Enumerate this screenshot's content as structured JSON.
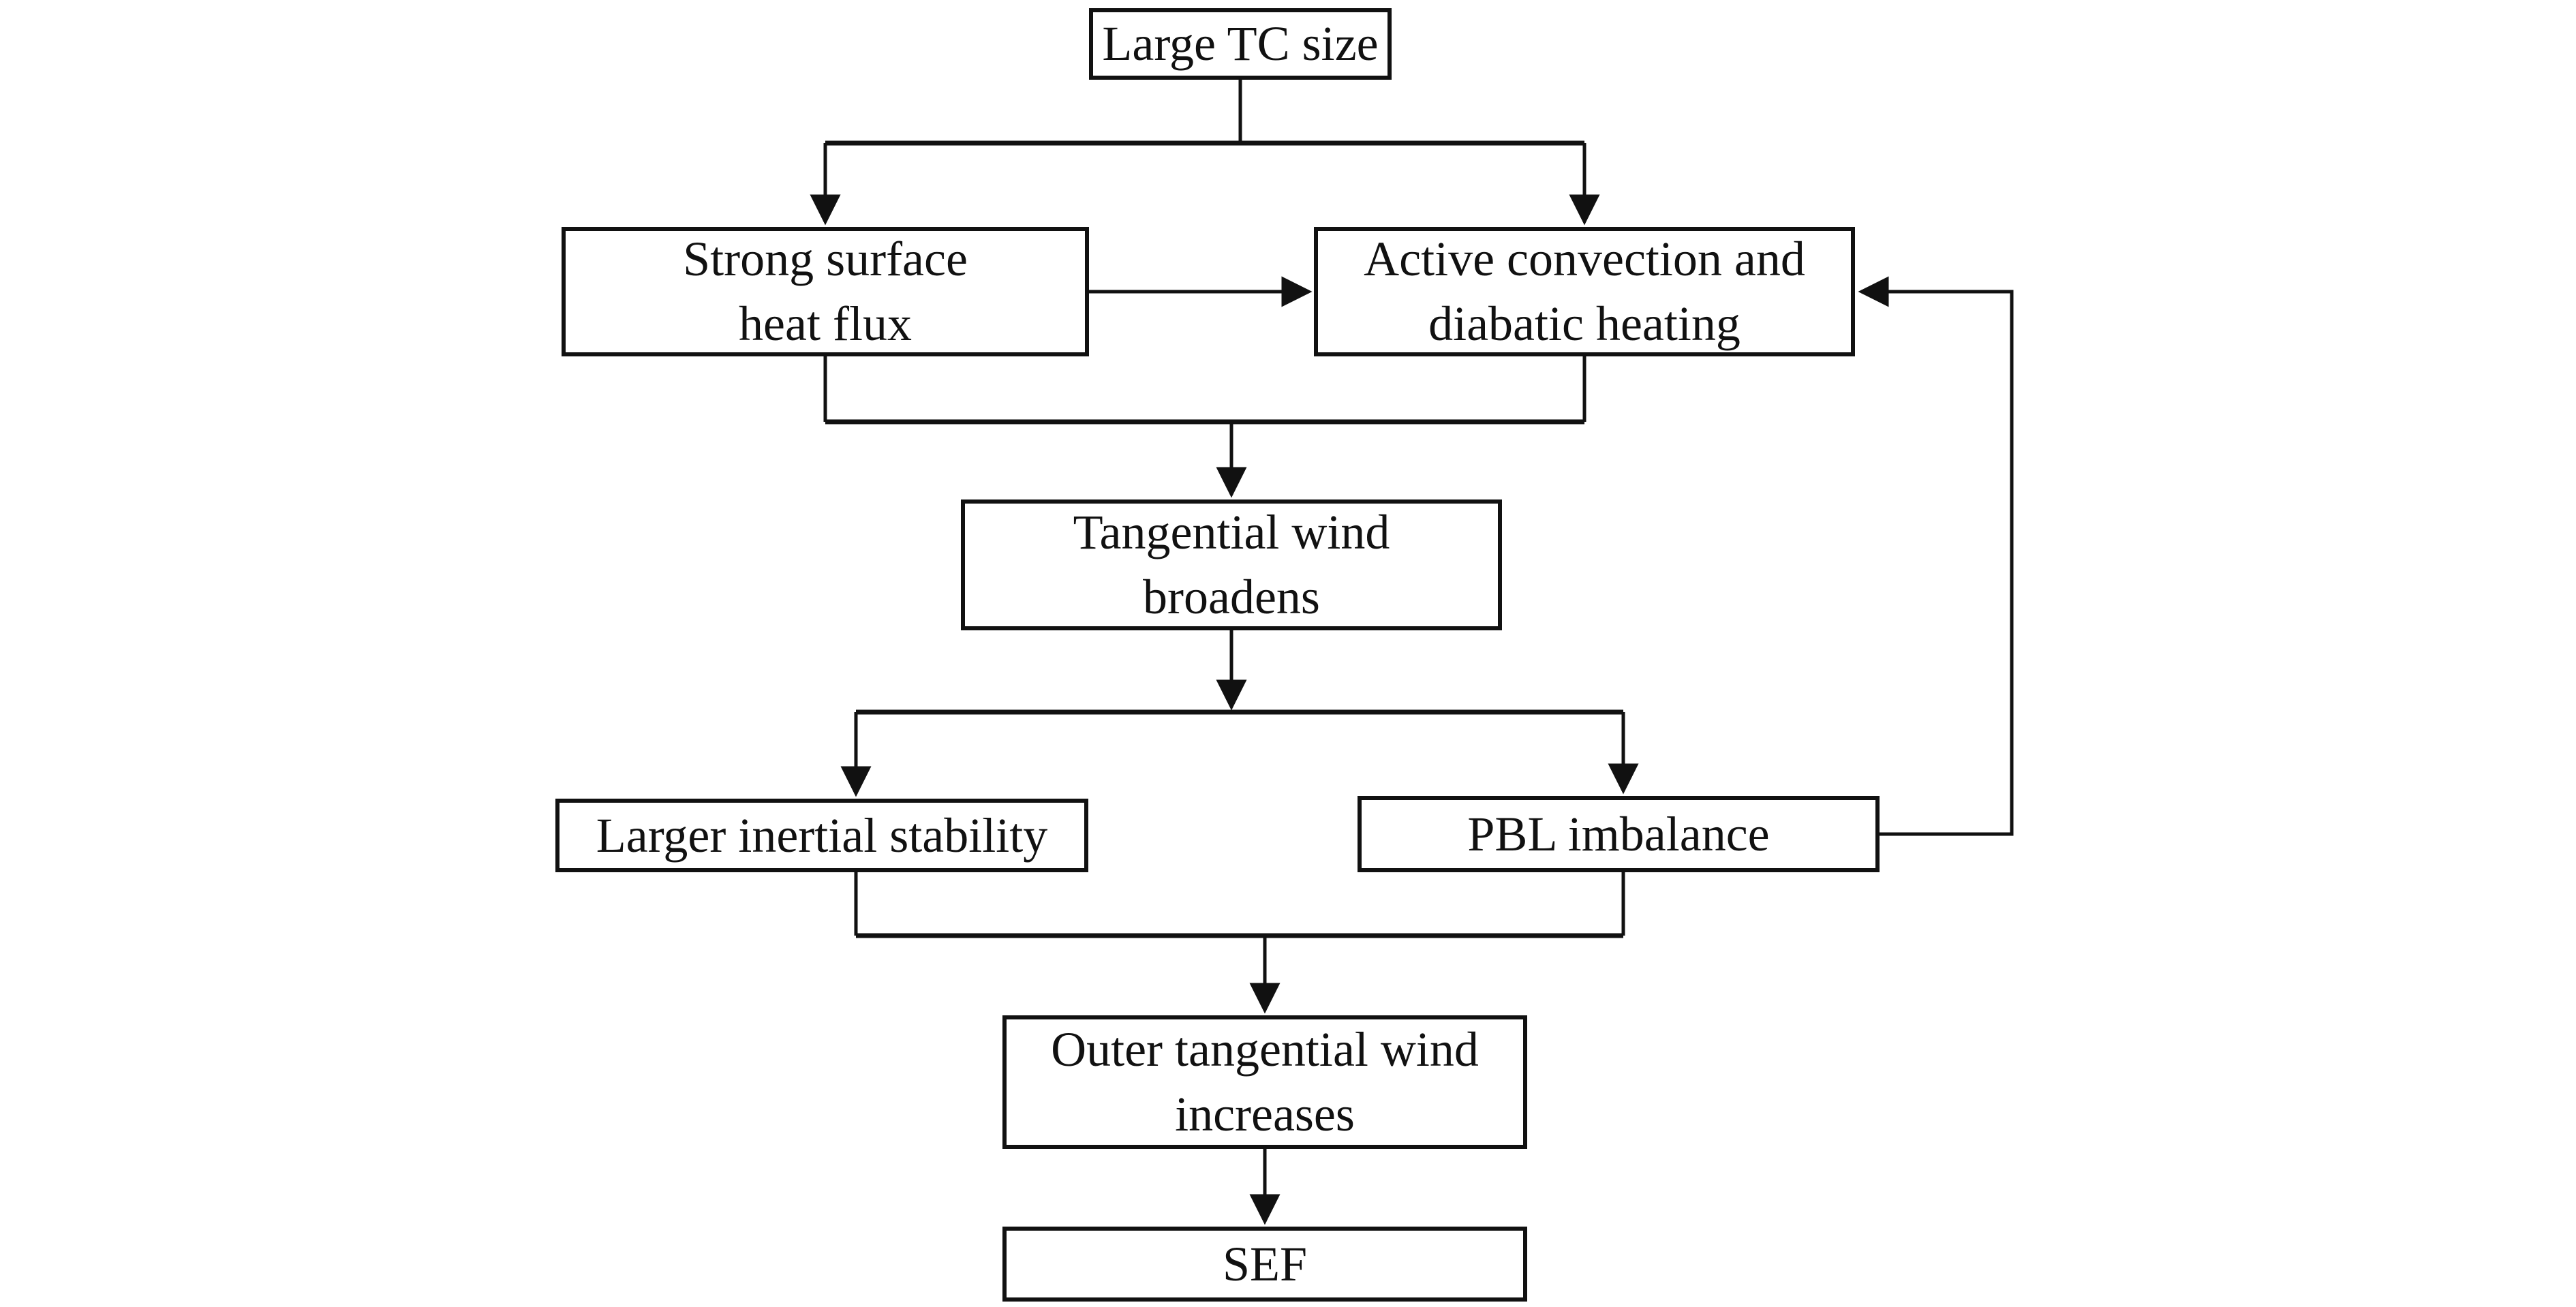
{
  "diagram": {
    "type": "flowchart",
    "colors": {
      "line": "#111111",
      "box_fill": "#ffffff",
      "background": "#ffffff"
    },
    "nodes": [
      {
        "id": "large-tc-size",
        "label": "Large TC size"
      },
      {
        "id": "strong-surface-heat-flux",
        "label": "Strong surface\nheat flux"
      },
      {
        "id": "active-convection",
        "label": "Active convection and\ndiabatic heating"
      },
      {
        "id": "tangential-wind-broadens",
        "label": "Tangential wind\nbroadens"
      },
      {
        "id": "larger-inertial-stability",
        "label": "Larger inertial stability"
      },
      {
        "id": "pbl-imbalance",
        "label": "PBL imbalance"
      },
      {
        "id": "outer-tangential-wind",
        "label": "Outer tangential wind\nincreases"
      },
      {
        "id": "sef",
        "label": "SEF"
      }
    ],
    "edges": [
      {
        "from": "large-tc-size",
        "to": "strong-surface-heat-flux"
      },
      {
        "from": "large-tc-size",
        "to": "active-convection"
      },
      {
        "from": "strong-surface-heat-flux",
        "to": "active-convection"
      },
      {
        "from": "strong-surface-heat-flux",
        "to": "tangential-wind-broadens"
      },
      {
        "from": "active-convection",
        "to": "tangential-wind-broadens"
      },
      {
        "from": "tangential-wind-broadens",
        "to": "larger-inertial-stability"
      },
      {
        "from": "tangential-wind-broadens",
        "to": "pbl-imbalance"
      },
      {
        "from": "larger-inertial-stability",
        "to": "outer-tangential-wind"
      },
      {
        "from": "pbl-imbalance",
        "to": "outer-tangential-wind"
      },
      {
        "from": "pbl-imbalance",
        "to": "active-convection",
        "type": "feedback"
      },
      {
        "from": "outer-tangential-wind",
        "to": "sef"
      }
    ]
  }
}
